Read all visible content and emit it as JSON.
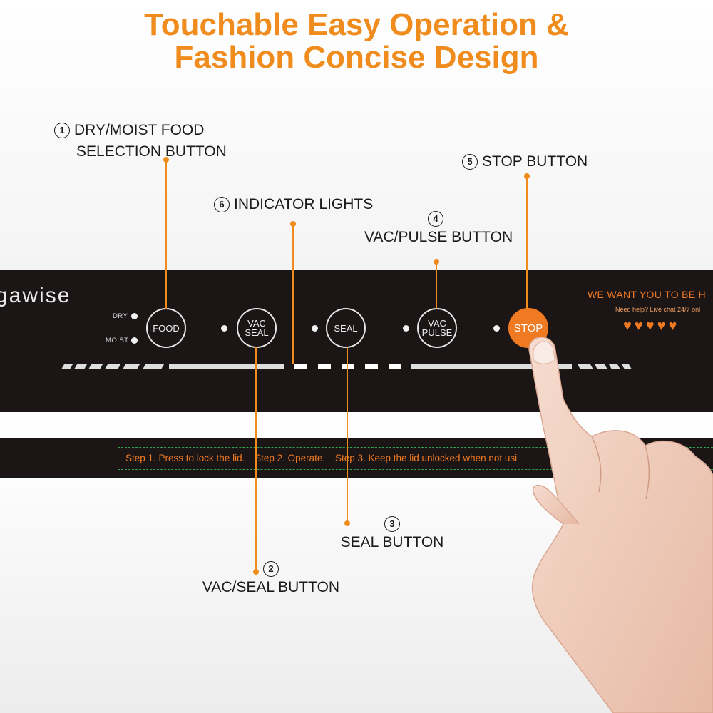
{
  "headline": {
    "line1": "Touchable Easy Operation &",
    "line2": "Fashion Concise Design"
  },
  "callouts": {
    "food": {
      "num": "1",
      "line1": "DRY/MOIST FOOD",
      "line2": "SELECTION BUTTON"
    },
    "indicator": {
      "num": "6",
      "text": "INDICATOR LIGHTS"
    },
    "vac_pulse": {
      "num": "4",
      "text": "VAC/PULSE BUTTON"
    },
    "stop": {
      "num": "5",
      "text": "STOP BUTTON"
    },
    "seal": {
      "num": "3",
      "text": "SEAL BUTTON"
    },
    "vac_seal": {
      "num": "2",
      "text": "VAC/SEAL BUTTON"
    }
  },
  "panel": {
    "brand": "gawise",
    "dry": "DRY",
    "moist": "MOIST",
    "buttons": {
      "food": "FOOD",
      "vac_seal_1": "VAC",
      "vac_seal_2": "SEAL",
      "seal": "SEAL",
      "vac_pulse_1": "VAC",
      "vac_pulse_2": "PULSE",
      "stop": "STOP"
    },
    "promo": "WE WANT YOU TO BE H",
    "promo_sub": "Need help? Live chat 24/7 onl",
    "hearts": "♥♥♥♥♥"
  },
  "steps": {
    "step1": "Step 1. Press to lock the lid.",
    "step2": "Step 2. Operate.",
    "step3": "Step 3. Keep the lid unlocked when not usi"
  },
  "colors": {
    "accent": "#f08c1e",
    "panel": "#1b1516",
    "stop": "#f07a22",
    "border_green": "#2fa34e"
  }
}
